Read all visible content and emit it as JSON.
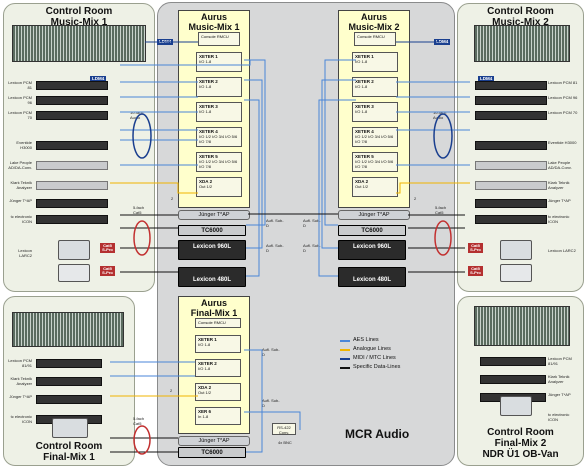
{
  "rooms": {
    "cr1": {
      "title_line1": "Control Room",
      "title_line2": "Music-Mix 1"
    },
    "cr2": {
      "title_line1": "Control Room",
      "title_line2": "Music-Mix 2"
    },
    "crf1": {
      "title_line1": "Control Room",
      "title_line2": "Final-Mix 1"
    },
    "crf2": {
      "title_line1": "Control Room",
      "title_line2": "Final-Mix 2",
      "title_line3": "NDR Ü1 OB-Van"
    }
  },
  "mcr_label": "MCR Audio",
  "frames": {
    "mm1": {
      "title_line1": "Aurus",
      "title_line2": "Music-Mix 1",
      "console": "Console",
      "rmcu": "RMCU"
    },
    "mm2": {
      "title_line1": "Aurus",
      "title_line2": "Music-Mix 2",
      "console": "Console",
      "rmcu": "RMCU"
    },
    "fm1": {
      "title_line1": "Aurus",
      "title_line2": "Final-Mix 1",
      "console": "Console",
      "rmcu": "RMCU"
    }
  },
  "modules_mm1": [
    {
      "name": "XETER 1",
      "sub": "I/O 1-8"
    },
    {
      "name": "XETER 2",
      "sub": "I/O 1-8"
    },
    {
      "name": "XETER 3",
      "sub": "I/O 1-8"
    },
    {
      "name": "XETER 4",
      "sub": "I/O 1/2  I/O 3/4  I/O 5/6  I/O 7/8"
    },
    {
      "name": "XETER 5",
      "sub": "I/O 1/2  I/O 3/4  I/O 5/6  I/O 7/8"
    },
    {
      "name": "XDA 2",
      "sub": "Out 1/2"
    }
  ],
  "modules_mm2": [
    {
      "name": "XETER 1",
      "sub": "I/O 1-8"
    },
    {
      "name": "XETER 2",
      "sub": "I/O 1-8"
    },
    {
      "name": "XETER 3",
      "sub": "I/O 1-8"
    },
    {
      "name": "XETER 4",
      "sub": "I/O 1/2  I/O 3/4  I/O 5/6  I/O 7/8"
    },
    {
      "name": "XETER 5",
      "sub": "I/O 1/2  I/O 3/4  I/O 5/6  I/O 7/8"
    },
    {
      "name": "XDA 2",
      "sub": "Out 1/2"
    }
  ],
  "modules_fm1": [
    {
      "name": "XETER 1",
      "sub": "I/O 1-8"
    },
    {
      "name": "XETER 2",
      "sub": "I/O 1-8"
    },
    {
      "name": "XDA 2",
      "sub": "Out 1/2"
    },
    {
      "name": "XER 6",
      "sub": "In 1-8"
    }
  ],
  "jinger": {
    "mm1": "Jünger T*AP",
    "mm2": "Jünger T*AP",
    "fm1": "Jünger T*AP"
  },
  "devices": {
    "tc6000_1": "TC6000",
    "lex960_1": "Lexicon 960L",
    "lex480_1": "Lexicon 480L",
    "tc6000_2": "TC6000",
    "lex960_2": "Lexicon 960L",
    "lex480_2": "Lexicon 480L",
    "tc6000_3": "TC6000"
  },
  "ldm4": "LDM4",
  "aufl_subd": "Aufl. Sub-D",
  "ldm4_small": "LDM4",
  "rack_labels_left": [
    "Lexicon PCM 81",
    "Lexicon PCM 96",
    "Lexicon PCM 70",
    "Eventide H3000",
    "Lake People AD/DA-Conv.",
    "Klark Teknik Analyzer",
    "Jünger T*AP",
    "tc electronic ICON",
    "Lexicon LARC2"
  ],
  "rack_labels_right": [
    "Lexicon PCM 81",
    "Lexicon PCM 96",
    "Lexicon PCM 70",
    "Eventide H3000",
    "Lake People AD/DA-Conv.",
    "Klark Teknik Analyzer",
    "Jünger T*AP",
    "tc electronic ICON",
    "Lexicon LARC2"
  ],
  "final_labels_left": [
    "Lexicon PCM 81/91",
    "Klark Teknik Analyzer",
    "Jünger T*AP",
    "tc electronic ICON"
  ],
  "final_labels_right": [
    "Lexicon PCM 81/91",
    "Klark Teknik Analyzer",
    "Jünger T*AP",
    "tc electronic ICON"
  ],
  "bundle_labels": {
    "audio_left": "10-fach Audio",
    "audio_right": "10-fach Audio",
    "cat_left": "5-fach Cat5",
    "cat_right": "5-fach Cat5",
    "cat_final": "5-fach Cat5"
  },
  "cat_boxes": [
    "Cat5 S-Pro",
    "Cat5 S-Pro"
  ],
  "bnc": "4x BNC",
  "rs_box": "RS-422 Conv.",
  "num_2": "2",
  "legend": [
    {
      "label": "AES Lines",
      "color": "#4a86d8"
    },
    {
      "label": "Analogue Lines",
      "color": "#f0b400"
    },
    {
      "label": "MIDI / MTC Lines",
      "color": "#1a3f8f"
    },
    {
      "label": "Specific Data-Lines",
      "color": "#111111"
    }
  ]
}
